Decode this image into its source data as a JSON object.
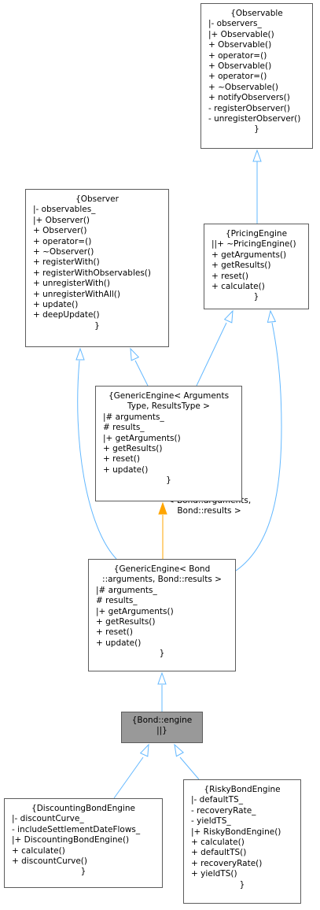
{
  "nodes": [
    {
      "id": "observable",
      "title": [
        "{Observable"
      ],
      "members": [
        "|- observers_",
        "|+ Observable()",
        "+ Observable()",
        "+ operator=()",
        "+ Observable()",
        "+ operator=()",
        "+ ~Observable()",
        "+ notifyObservers()",
        "- registerObserver()",
        "- unregisterObserver()"
      ],
      "closer": "}",
      "highlight": false
    },
    {
      "id": "observer",
      "title": [
        "{Observer"
      ],
      "members": [
        "|- observables_",
        "|+ Observer()",
        "+ Observer()",
        "+ operator=()",
        "+ ~Observer()",
        "+ registerWith()",
        "+ registerWithObservables()",
        "+ unregisterWith()",
        "+ unregisterWithAll()",
        "+ update()",
        "+ deepUpdate()"
      ],
      "closer": "}",
      "highlight": false
    },
    {
      "id": "pricingengine",
      "title": [
        "{PricingEngine"
      ],
      "members": [
        "||+ ~PricingEngine()",
        "+ getArguments()",
        "+ getResults()",
        "+ reset()",
        "+ calculate()"
      ],
      "closer": "}",
      "highlight": false
    },
    {
      "id": "genericengine_tpl",
      "title": [
        "{GenericEngine< Arguments",
        "Type, ResultsType >"
      ],
      "members": [
        "|# arguments_",
        "# results_",
        "|+ getArguments()",
        "+ getResults()",
        "+ reset()",
        "+ update()"
      ],
      "closer": "}",
      "highlight": false
    },
    {
      "id": "genericengine_bond",
      "title": [
        "{GenericEngine< Bond",
        "::arguments, Bond::results >"
      ],
      "members": [
        "|# arguments_",
        "# results_",
        "|+ getArguments()",
        "+ getResults()",
        "+ reset()",
        "+ update()"
      ],
      "closer": "}",
      "highlight": false
    },
    {
      "id": "bond_engine",
      "title": [
        "{Bond::engine",
        "||}"
      ],
      "members": [],
      "closer": "",
      "highlight": true
    },
    {
      "id": "discounting",
      "title": [
        "{DiscountingBondEngine"
      ],
      "members": [
        "|- discountCurve_",
        "- includeSettlementDateFlows_",
        "|+ DiscountingBondEngine()",
        "+ calculate()",
        "+ discountCurve()"
      ],
      "closer": "}",
      "highlight": false
    },
    {
      "id": "risky",
      "title": [
        "{RiskyBondEngine"
      ],
      "members": [
        "|- defaultTS_",
        "- recoveryRate_",
        "- yieldTS_",
        "|+ RiskyBondEngine()",
        "+ calculate()",
        "+ defaultTS()",
        "+ recoveryRate()",
        "+ yieldTS()"
      ],
      "closer": "}",
      "highlight": false
    }
  ],
  "edges": [
    {
      "from": "pricingengine",
      "to": "observable",
      "kind": "inheritance"
    },
    {
      "from": "genericengine_tpl",
      "to": "observer",
      "kind": "inheritance"
    },
    {
      "from": "genericengine_tpl",
      "to": "pricingengine",
      "kind": "inheritance"
    },
    {
      "from": "genericengine_bond",
      "to": "observer",
      "kind": "inheritance"
    },
    {
      "from": "genericengine_bond",
      "to": "pricingengine",
      "kind": "inheritance"
    },
    {
      "from": "genericengine_bond",
      "to": "genericengine_tpl",
      "kind": "template-instantiation",
      "label": [
        "< Bond::arguments,",
        "Bond::results >"
      ]
    },
    {
      "from": "bond_engine",
      "to": "genericengine_bond",
      "kind": "inheritance"
    },
    {
      "from": "discounting",
      "to": "bond_engine",
      "kind": "inheritance"
    },
    {
      "from": "risky",
      "to": "bond_engine",
      "kind": "inheritance"
    }
  ],
  "colors": {
    "inheritance": "#63b8ff",
    "template-instantiation": "#ffa500",
    "highlight": "#999999",
    "border": "#5c5c5c"
  }
}
